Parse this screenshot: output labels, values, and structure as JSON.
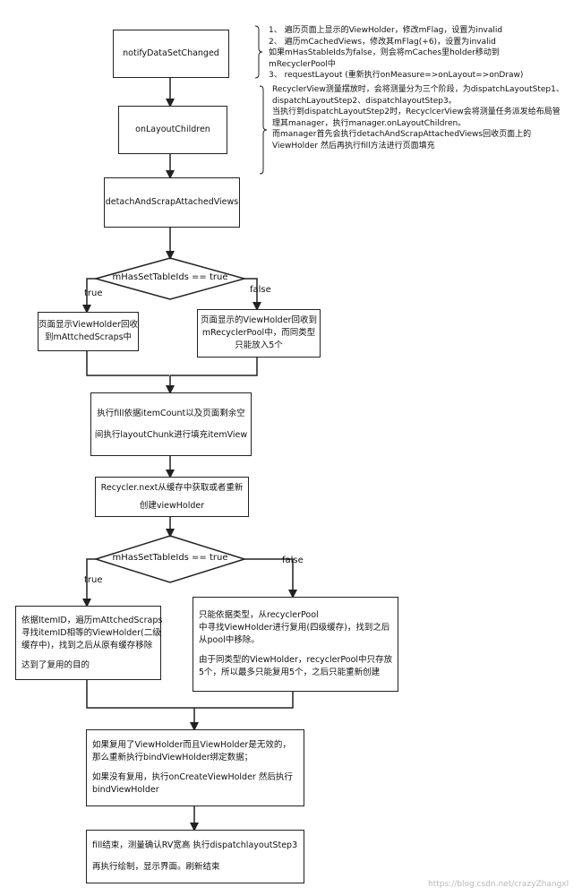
{
  "nodes": {
    "notify": "notifyDataSetChanged",
    "on_layout_children": "onLayoutChildren",
    "detach": "detachAndScrapAttachedViews",
    "decision1": "mHasSetTableIds == true",
    "scrap_box": [
      "页面显示ViewHolder回收",
      "到mAttchedScraps中"
    ],
    "pool_box": [
      "页面显示的ViewHolder回收到",
      "mRecyclerPool中，而同类型",
      "只能放入5个"
    ],
    "fill_box": [
      "执行fill依据itemCount以及页面剩余空",
      "间执行layoutChunk进行填充itemView"
    ],
    "recycler_next": [
      "Recycler.next从缓存中获取或者重新",
      "创建viewHolder"
    ],
    "decision2": "mHasSetTableIds == true",
    "true_box": [
      "依据ItemID，遍历mAttchedScraps",
      "寻找itemID相等的ViewHolder(二级",
      "缓存中)，找到之后从原有缓存移除",
      "",
      "达到了复用的目的"
    ],
    "false_box": [
      "只能依据类型，从recyclerPool",
      "中寻找ViewHolder进行复用(四级缓存)，找到之后",
      "从pool中移除。",
      "",
      "由于同类型的ViewHolder，recyclerPool中只存放",
      "5个，所以最多只能复用5个，之后只能重新创建"
    ],
    "bind_box": [
      "如果复用了ViewHolder而且ViewHolder是无效的，",
      "那么重新执行bindViewHolder绑定数据；",
      "",
      "如果没有复用，执行onCreateViewHolder 然后执行",
      "bindViewHolder"
    ],
    "end_box": [
      "fill结束，测量确认RV宽高 执行dispatchlayoutStep3",
      "",
      "再执行绘制，显示界面。刷新结束"
    ]
  },
  "labels": {
    "d1_true": "true",
    "d1_false": "false",
    "d2_true": "true",
    "d2_false": "false"
  },
  "notes": {
    "notify_note": [
      "1、 遍历页面上显示的ViewHolder，修改mFlag，设置为invalid",
      "2、 遍历mCachedViews，修改其mFlag(+6)，设置为invalid",
      "     如果mHasStableIds为false，则会将mCaches里holder移动到",
      "mRecyclerPool中",
      "3、 requestLayout (重新执行onMeasure=>onLayout=>onDraw)"
    ],
    "layout_note": [
      "RecyclerView测量摆放时，会将测量分为三个阶段，为dispatchLayoutStep1、",
      "dispatchLayoutStep2、dispatchlayoutStep3。",
      "",
      "当执行到dispatchLayoutStep2时，RecyclcerView会将测量任务派发给布局管",
      "理其manager，执行manager.onLayoutChildren。",
      "",
      "而manager首先会执行detachAndScrapAttachedViews回收页面上的",
      "ViewHolder 然后再执行fill方法进行页面填充"
    ]
  },
  "watermark": "https://blog.csdn.net/crazyZhangxl",
  "colors": {
    "stroke": "#222222",
    "background": "#ffffff",
    "watermark": "#b8b8b8"
  }
}
